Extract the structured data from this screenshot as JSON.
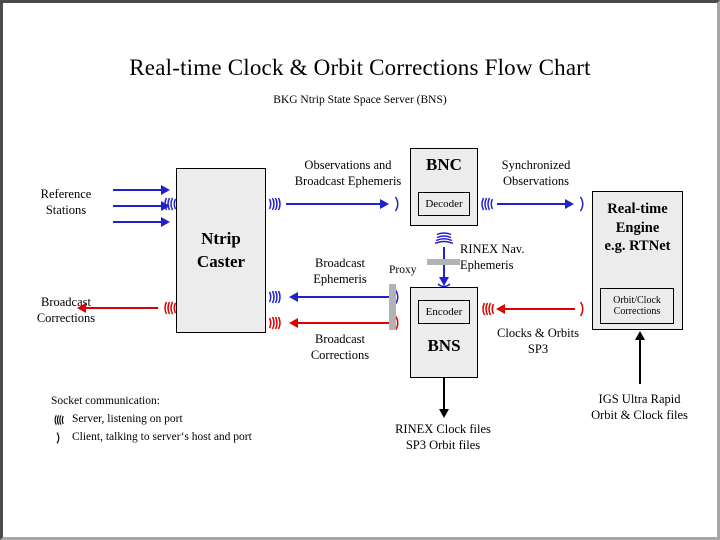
{
  "diagram": {
    "title": "Real-time Clock & Orbit Corrections Flow Chart",
    "subtitle": "BKG Ntrip State Space Server  (BNS)"
  },
  "nodes": {
    "caster": {
      "line1": "Ntrip",
      "line2": "Caster"
    },
    "bnc": {
      "title": "BNC",
      "inner": "Decoder"
    },
    "bns": {
      "title": "BNS",
      "inner": "Encoder"
    },
    "rtengine": {
      "line1": "Real-time",
      "line2": "Engine",
      "line3": "e.g. RTNet",
      "inner_line1": "Orbit/Clock",
      "inner_line2": "Corrections"
    },
    "proxy": {
      "label": "Proxy"
    }
  },
  "labels": {
    "reference_stations": {
      "line1": "Reference",
      "line2": "Stations"
    },
    "broadcast_corrections_left": {
      "line1": "Broadcast",
      "line2": "Corrections"
    },
    "observations_and_ephemeris": {
      "line1": "Observations and",
      "line2": "Broadcast Ephemeris"
    },
    "synchronized_observations": {
      "line1": "Synchronized",
      "line2": "Observations"
    },
    "rinex_nav_ephemeris": {
      "line1": "RINEX Nav.",
      "line2": "Ephemeris"
    },
    "broadcast_ephemeris": {
      "line1": "Broadcast",
      "line2": "Ephemeris"
    },
    "broadcast_corrections_mid": {
      "line1": "Broadcast",
      "line2": "Corrections"
    },
    "clocks_and_orbits": {
      "line1": "Clocks & Orbits",
      "line2": "SP3"
    },
    "rinex_clock_files": {
      "line1": "RINEX Clock files",
      "line2": "SP3 Orbit files"
    },
    "igs_ultra_rapid": {
      "line1": "IGS Ultra Rapid",
      "line2": "Orbit & Clock files"
    }
  },
  "legend": {
    "heading": "Socket communication:",
    "server": "Server, listening on port",
    "client": "Client, talking to server‘s host and port"
  },
  "colors": {
    "blue": "#2222cc",
    "red": "#dd0000",
    "box_fill": "#ececec",
    "proxy_gray": "#b3b3b3",
    "background": "#ffffff"
  }
}
